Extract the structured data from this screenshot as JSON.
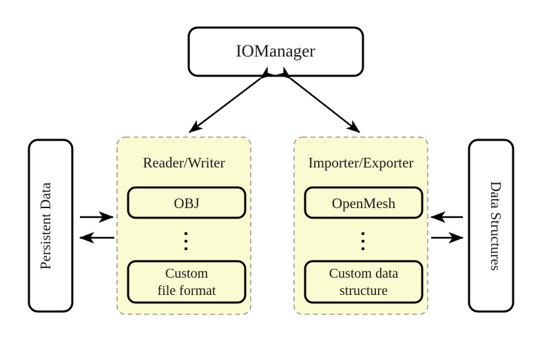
{
  "diagram": {
    "title_node": {
      "label": "IOManager"
    },
    "left_terminal": {
      "label": "Persistent Data",
      "orientation": "rotated-ccw"
    },
    "right_terminal": {
      "label": "Data Structures",
      "orientation": "rotated-cw"
    },
    "panels": [
      {
        "id": "reader-writer",
        "label": "Reader/Writer",
        "items": [
          {
            "label": "OBJ"
          },
          {
            "label": "⋮",
            "kind": "ellipsis"
          },
          {
            "label_line1": "Custom",
            "label_line2": "file format"
          }
        ]
      },
      {
        "id": "importer-exporter",
        "label": "Importer/Exporter",
        "items": [
          {
            "label": "OpenMesh"
          },
          {
            "label": "⋮",
            "kind": "ellipsis"
          },
          {
            "label_line1": "Custom data",
            "label_line2": "structure"
          }
        ]
      }
    ],
    "connectors": [
      {
        "id": "manager-to-reader-writer",
        "style": "double-headed-diagonal"
      },
      {
        "id": "manager-to-importer-exporter",
        "style": "double-headed-diagonal"
      },
      {
        "id": "persistent-data-out",
        "style": "single-headed-right"
      },
      {
        "id": "persistent-data-in",
        "style": "single-headed-left"
      },
      {
        "id": "data-structures-in",
        "style": "single-headed-left"
      },
      {
        "id": "data-structures-out",
        "style": "single-headed-right"
      }
    ],
    "colors": {
      "panel_fill": "#FBFBD2",
      "panel_border": "#999999",
      "node_border": "#000000",
      "text": "#1a1a1a",
      "background": "#ffffff"
    }
  }
}
